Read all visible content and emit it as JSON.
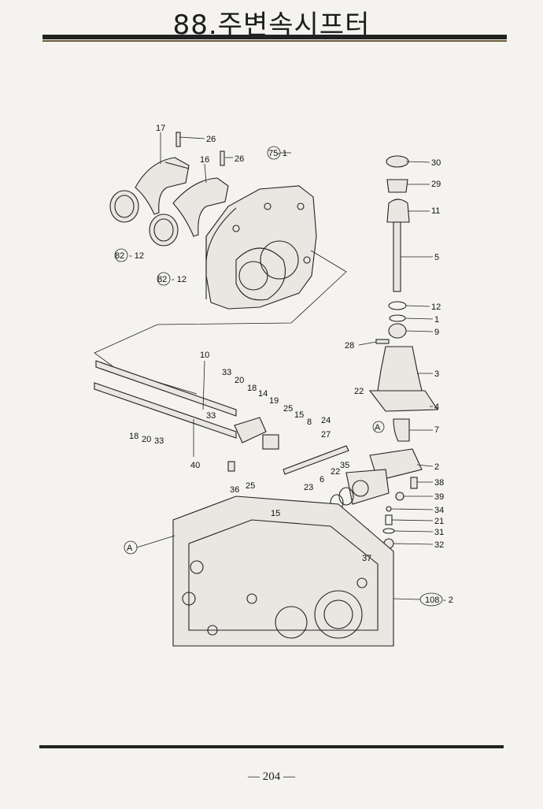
{
  "page": {
    "title": "88.주변속시프터",
    "page_number": "— 204 —"
  },
  "labels": [
    {
      "id": "17",
      "text": "17"
    },
    {
      "id": "26a",
      "text": "26"
    },
    {
      "id": "16",
      "text": "16"
    },
    {
      "id": "26b",
      "text": "26"
    },
    {
      "id": "75ref",
      "text": "75",
      "suffix": "- 1"
    },
    {
      "id": "82a",
      "text": "82",
      "suffix": "- 12"
    },
    {
      "id": "82b",
      "text": "82",
      "suffix": "- 12"
    },
    {
      "id": "30",
      "text": "30"
    },
    {
      "id": "29",
      "text": "29"
    },
    {
      "id": "11",
      "text": "11"
    },
    {
      "id": "5",
      "text": "5"
    },
    {
      "id": "12",
      "text": "12"
    },
    {
      "id": "1",
      "text": "1"
    },
    {
      "id": "9",
      "text": "9"
    },
    {
      "id": "28",
      "text": "28"
    },
    {
      "id": "3",
      "text": "3"
    },
    {
      "id": "4",
      "text": "4"
    },
    {
      "id": "10",
      "text": "10"
    },
    {
      "id": "33a",
      "text": "33"
    },
    {
      "id": "20a",
      "text": "20"
    },
    {
      "id": "18a",
      "text": "18"
    },
    {
      "id": "14",
      "text": "14"
    },
    {
      "id": "19",
      "text": "19"
    },
    {
      "id": "25a",
      "text": "25"
    },
    {
      "id": "15a",
      "text": "15"
    },
    {
      "id": "8",
      "text": "8"
    },
    {
      "id": "22a",
      "text": "22"
    },
    {
      "id": "24",
      "text": "24"
    },
    {
      "id": "27",
      "text": "27"
    },
    {
      "id": "7",
      "text": "7"
    },
    {
      "id": "Aa",
      "text": "A"
    },
    {
      "id": "33b",
      "text": "33"
    },
    {
      "id": "18b",
      "text": "18"
    },
    {
      "id": "20b",
      "text": "20"
    },
    {
      "id": "33c",
      "text": "33"
    },
    {
      "id": "40",
      "text": "40"
    },
    {
      "id": "36",
      "text": "36"
    },
    {
      "id": "25b",
      "text": "25"
    },
    {
      "id": "15b",
      "text": "15"
    },
    {
      "id": "23",
      "text": "23"
    },
    {
      "id": "6",
      "text": "6"
    },
    {
      "id": "22b",
      "text": "22"
    },
    {
      "id": "35",
      "text": "35"
    },
    {
      "id": "2",
      "text": "2"
    },
    {
      "id": "38",
      "text": "38"
    },
    {
      "id": "39",
      "text": "39"
    },
    {
      "id": "34",
      "text": "34"
    },
    {
      "id": "21",
      "text": "21"
    },
    {
      "id": "31",
      "text": "31"
    },
    {
      "id": "32",
      "text": "32"
    },
    {
      "id": "37",
      "text": "37"
    },
    {
      "id": "Ab",
      "text": "A"
    },
    {
      "id": "108ref",
      "text": "108",
      "suffix": "- 2"
    }
  ]
}
